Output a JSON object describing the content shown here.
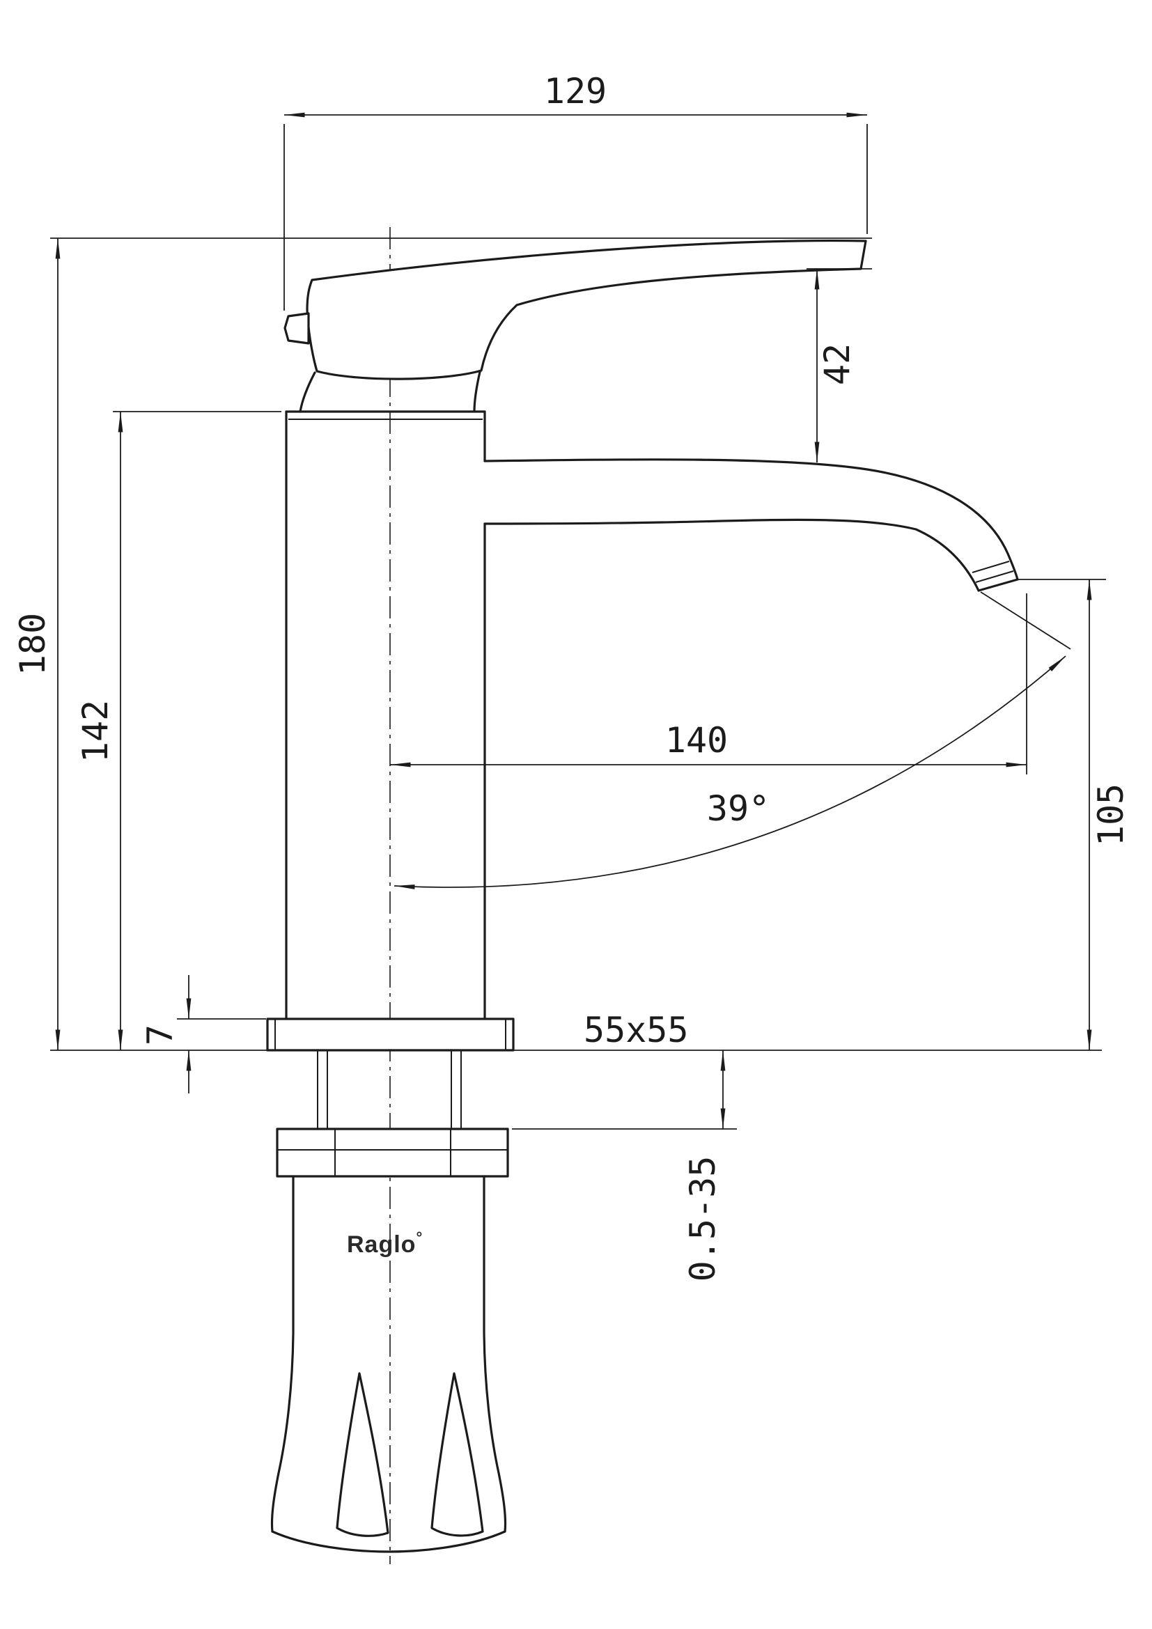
{
  "drawing": {
    "brand": "Raglo",
    "brand_mark": "°",
    "dimensions": {
      "overall_width": "129",
      "handle_drop": "42",
      "total_height": "180",
      "body_height": "142",
      "spout_reach": "140",
      "swivel_angle": "39°",
      "outlet_height": "105",
      "base_thickness": "7",
      "base_plate": "55x55",
      "mount_range": "0.5-35"
    },
    "colors": {
      "line": "#1b1b1b",
      "background": "#ffffff"
    }
  }
}
